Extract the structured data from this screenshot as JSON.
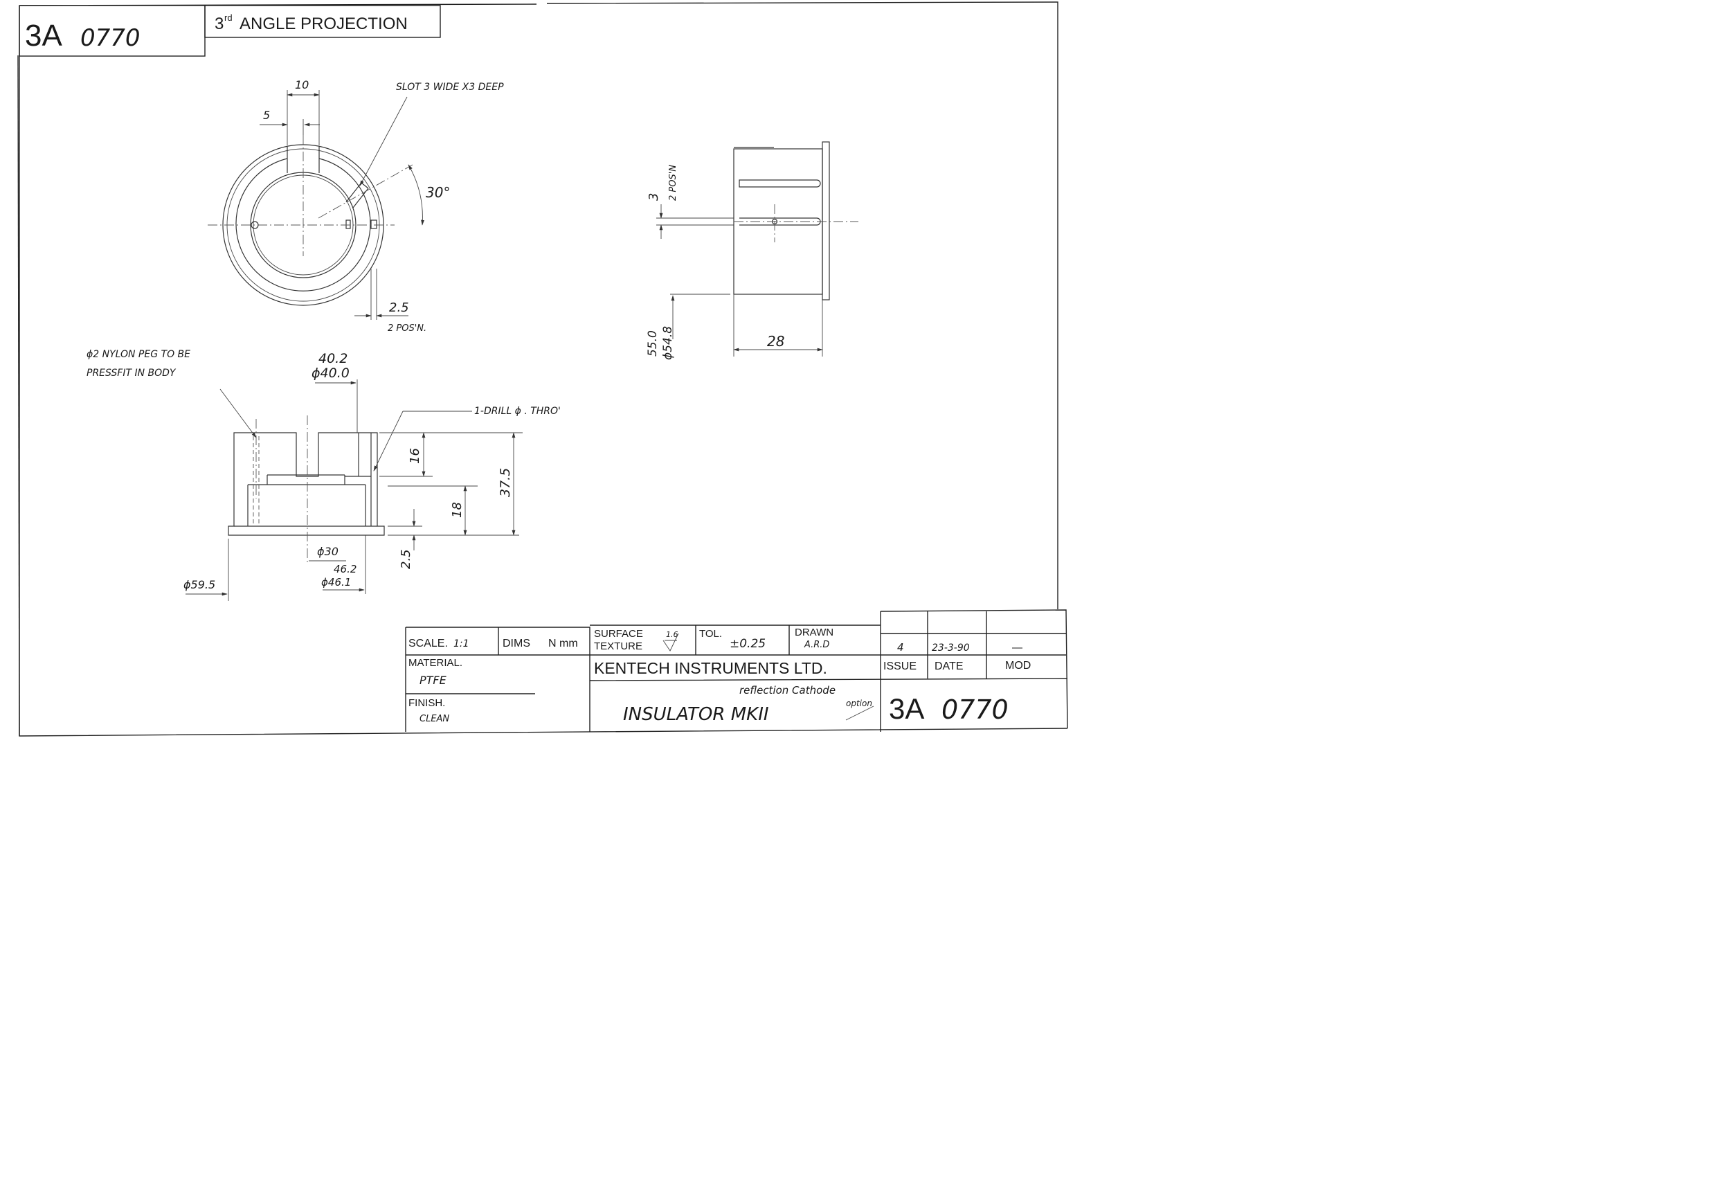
{
  "drawing_number_top": {
    "prefix": "3A",
    "number": "0770"
  },
  "projection_label": {
    "main": "3",
    "sup": "rd",
    "rest": "ANGLE PROJECTION"
  },
  "top_view": {
    "dim_10": "10",
    "dim_5": "5",
    "slot_note": "SLOT 3 WIDE X3 DEEP",
    "angle": "30°",
    "dim_2_5": "2.5",
    "dim_2_5_note": "2 POS'N."
  },
  "side_view": {
    "dim_3": "3",
    "dim_3_note": "2 POS'N",
    "dia_55": "55.0",
    "dia_54_8": "ϕ54.8",
    "dim_28": "28"
  },
  "front_view": {
    "peg_note_line1": "ϕ2 NYLON PEG TO BE",
    "peg_note_line2": "PRESSFIT IN BODY",
    "dim_40_2": "40.2",
    "dia_40_0": "ϕ40.0",
    "drill_note": "1-DRILL ϕ . THRO'",
    "dim_16": "16",
    "dim_37_5": "37.5",
    "dim_18": "18",
    "dim_2_5": "2.5",
    "dia_30": "ϕ30",
    "dim_46_2": "46.2",
    "dia_46_1": "ϕ46.1",
    "dia_59_5": "ϕ59.5"
  },
  "title_block": {
    "scale_label": "SCALE.",
    "scale_value": "1:1",
    "dims_label": "DIMS",
    "units_label": "N mm",
    "surface_label_1": "SURFACE",
    "surface_label_2": "TEXTURE",
    "surface_value": "1.6",
    "tol_label": "TOL.",
    "tol_value": "±0.25",
    "drawn_label": "DRAWN",
    "drawn_value": "A.R.D",
    "material_label": "MATERIAL.",
    "material_value": "PTFE",
    "finish_label": "FINISH.",
    "finish_value": "CLEAN",
    "company": "KENTECH INSTRUMENTS LTD.",
    "issue_label": "ISSUE",
    "date_label": "DATE",
    "mod_label": "MOD",
    "issue_value": "4",
    "date_value": "23-3-90",
    "mod_value": "—",
    "title": "INSULATOR MKII",
    "annotation_1": "reflection Cathode",
    "annotation_2": "option",
    "drawing_prefix": "3A",
    "drawing_number": "0770"
  }
}
